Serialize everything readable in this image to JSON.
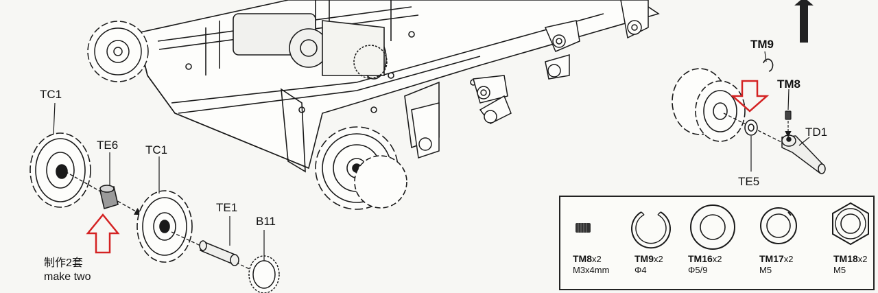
{
  "labels": {
    "tc1_left": "TC1",
    "te6": "TE6",
    "tc1_mid": "TC1",
    "te1": "TE1",
    "b11": "B11",
    "tm9": "TM9",
    "tm8": "TM8",
    "td1": "TD1",
    "te5": "TE5"
  },
  "note": {
    "line_cn": "制作2套",
    "line_en": "make two"
  },
  "hardware": [
    {
      "code": "TM8",
      "qty": "x2",
      "spec": "M3x4mm",
      "icon": "set-screw-icon"
    },
    {
      "code": "TM9",
      "qty": "x2",
      "spec": "Φ4",
      "icon": "e-clip-icon"
    },
    {
      "code": "TM16",
      "qty": "x2",
      "spec": "Φ5/9",
      "icon": "washer-icon"
    },
    {
      "code": "TM17",
      "qty": "x2",
      "spec": "M5",
      "icon": "split-washer-icon"
    },
    {
      "code": "TM18",
      "qty": "x2",
      "spec": "M5",
      "icon": "hex-nut-icon"
    }
  ],
  "colors": {
    "line": "#1a1a1a",
    "highlight_arrow": "#d42222",
    "direction_arrow": "#222222"
  }
}
